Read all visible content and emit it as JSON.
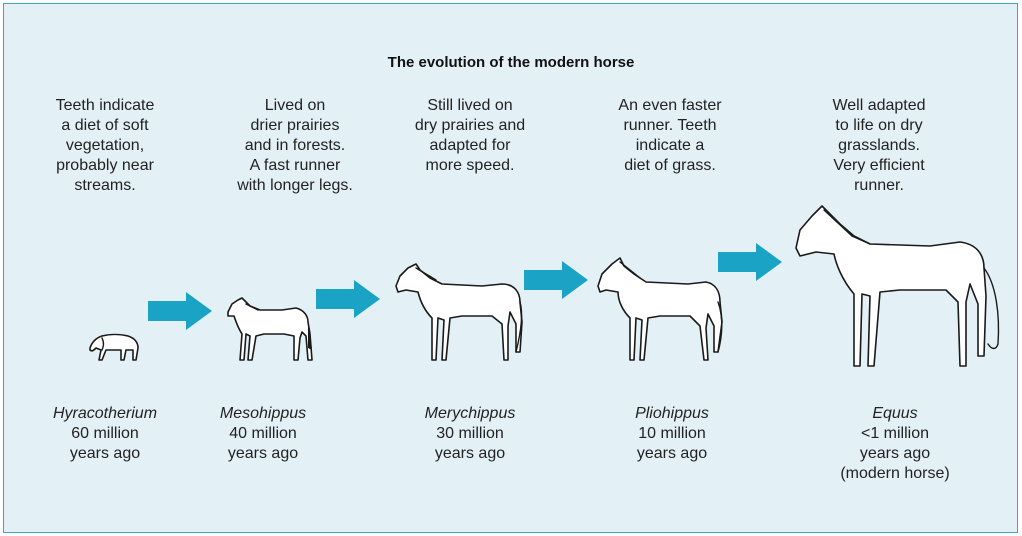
{
  "title": "The evolution of the modern horse",
  "colors": {
    "panel_bg": "#e3f1f6",
    "border": "#3aa8bd",
    "arrow": "#1aa3c4"
  },
  "stages": [
    {
      "description": "Teeth indicate\na diet of soft\nvegetation,\nprobably near\nstreams.",
      "name": "Hyracotherium",
      "time": "60 million\nyears ago"
    },
    {
      "description": "Lived on\ndrier prairies\nand in forests.\nA fast runner\nwith longer legs.",
      "name": "Mesohippus",
      "time": "40 million\nyears ago"
    },
    {
      "description": "Still lived on\ndry prairies and\nadapted for\nmore speed.",
      "name": "Merychippus",
      "time": "30 million\nyears ago"
    },
    {
      "description": "An even faster\nrunner. Teeth\nindicate a\ndiet of grass.",
      "name": "Pliohippus",
      "time": "10 million\nyears ago"
    },
    {
      "description": "Well adapted\nto life on dry\ngrasslands.\nVery efficient\nrunner.",
      "name": "Equus",
      "time": "<1 million\nyears ago\n(modern horse)"
    }
  ]
}
